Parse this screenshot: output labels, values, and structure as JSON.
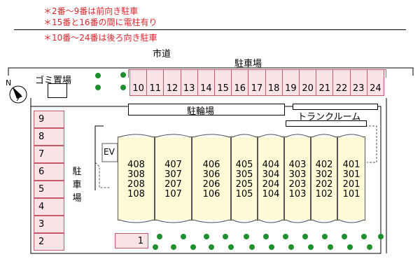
{
  "notes": [
    "＊2番～9番は前向き駐車",
    "＊15番と16番の間に電柱有り",
    "＊10番～24番は後ろ向き駐車"
  ],
  "road_label": "市道",
  "parking_label_top": "駐車場",
  "parking_label_side": [
    "駐",
    "車",
    "場"
  ],
  "garbage_label": "ゴミ置場",
  "bicycle_label": "駐輪場",
  "trunk_room_label": "トランクルーム",
  "elevator_label": "EV",
  "compass_label": "N",
  "top_spaces": [
    "10",
    "11",
    "12",
    "13",
    "14",
    "15",
    "16",
    "17",
    "18",
    "19",
    "20",
    "21",
    "22",
    "23",
    "24"
  ],
  "left_spaces": [
    "9",
    "8",
    "7",
    "6",
    "5",
    "4",
    "3",
    "2"
  ],
  "space_1": "1",
  "units": [
    {
      "rooms": [
        "408",
        "308",
        "208",
        "108"
      ]
    },
    {
      "rooms": [
        "407",
        "307",
        "207",
        "107"
      ]
    },
    {
      "rooms": [
        "406",
        "306",
        "206",
        "106"
      ]
    },
    {
      "rooms": [
        "405",
        "305",
        "205",
        "105"
      ]
    },
    {
      "rooms": [
        "404",
        "304",
        "204",
        "104"
      ]
    },
    {
      "rooms": [
        "403",
        "303",
        "203",
        "103"
      ]
    },
    {
      "rooms": [
        "402",
        "302",
        "202",
        "102"
      ]
    },
    {
      "rooms": [
        "401",
        "301",
        "201",
        "101"
      ]
    }
  ],
  "colors": {
    "note": "#e0242b",
    "parking_fill": "#fbe3e8",
    "parking_border": "#c85a6a",
    "building_fill": "#fefad6",
    "tree": "#1d8f2e"
  }
}
